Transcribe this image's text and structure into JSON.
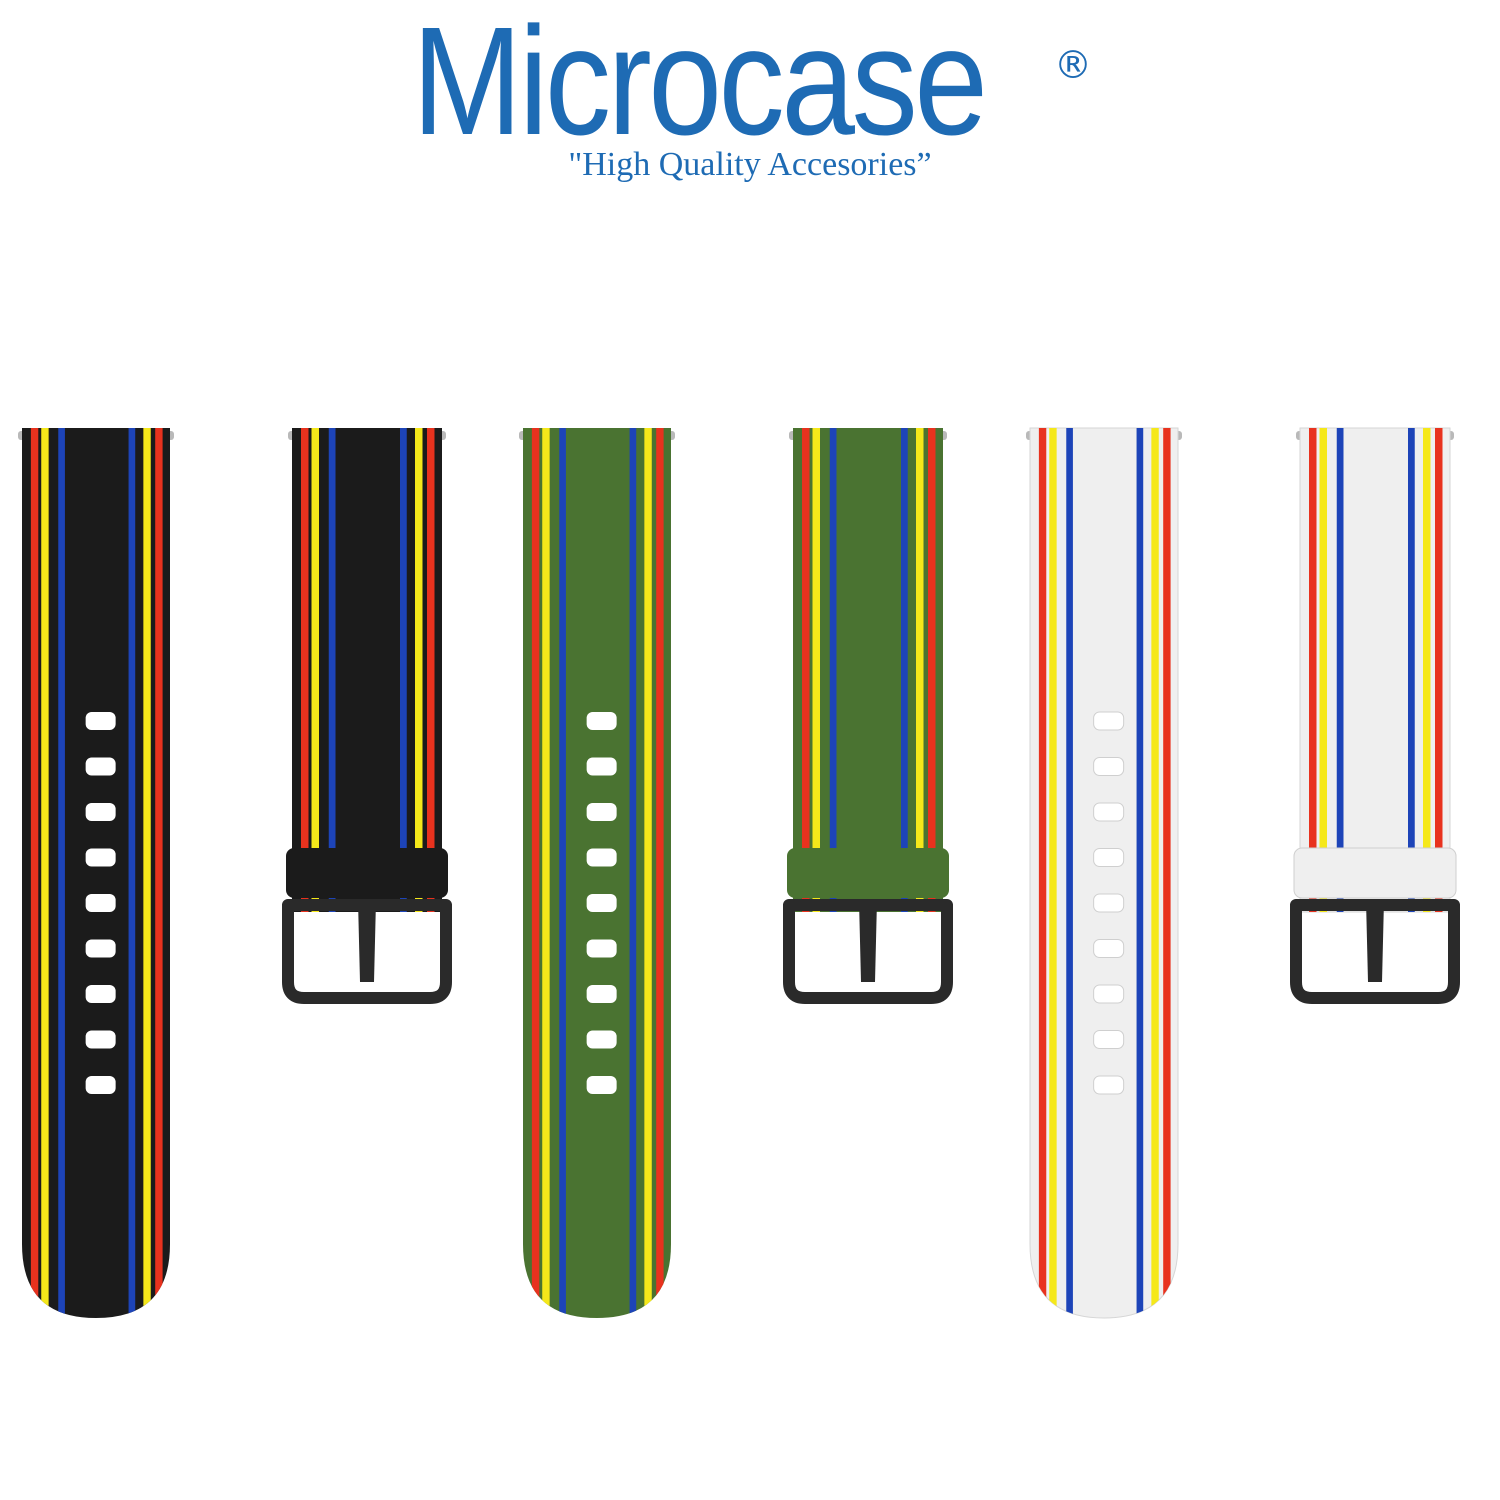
{
  "logo": {
    "brand": "Microcase",
    "registered_mark": "®",
    "tagline": "\"High Quality Accesories”",
    "color": "#1e6bb4"
  },
  "stripe_colors": {
    "red": "#e8321e",
    "yellow": "#f5e81a",
    "blue": "#1d44b8"
  },
  "products": [
    {
      "name": "black-strap",
      "body_color": "#1b1b1b",
      "hole_color": "#ffffff",
      "buckle_color": "#2a2a2a"
    },
    {
      "name": "green-strap",
      "body_color": "#4a7331",
      "hole_color": "#ffffff",
      "buckle_color": "#2a2a2a"
    },
    {
      "name": "white-strap",
      "body_color": "#efefef",
      "hole_color": "#ffffff",
      "buckle_color": "#2a2a2a"
    }
  ]
}
